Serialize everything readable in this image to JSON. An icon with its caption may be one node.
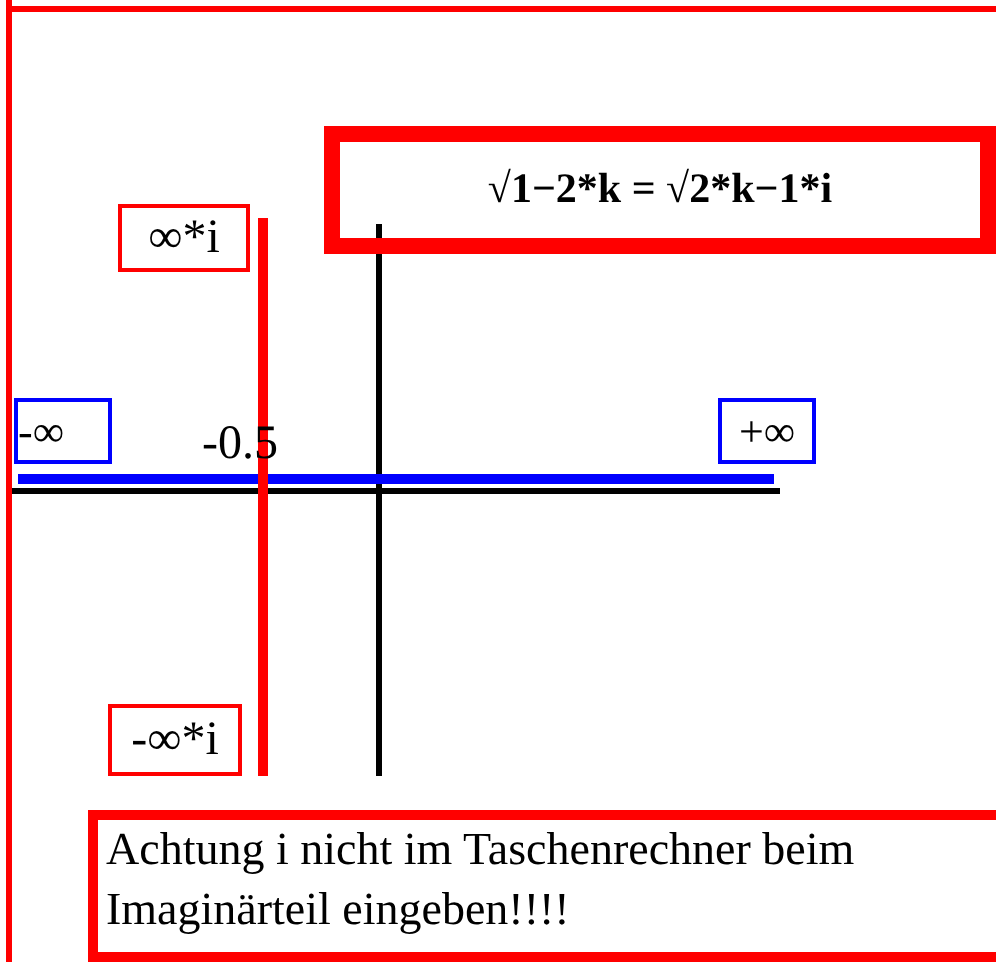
{
  "diagram": {
    "nodes": [
      {
        "text": [
          "√1−2*k = √2*k−1*i"
        ]
      },
      {
        "text": [
          "∞*i"
        ]
      },
      {
        "text": [
          "-∞"
        ]
      },
      {
        "text": [
          "+∞"
        ]
      },
      {
        "text": [
          "-∞*i"
        ]
      },
      {
        "text": [
          "Achtung i nicht im Taschenrechner beim Imaginärteil eingeben!!!!"
        ]
      }
    ],
    "labels": [
      "-0.5"
    ]
  }
}
